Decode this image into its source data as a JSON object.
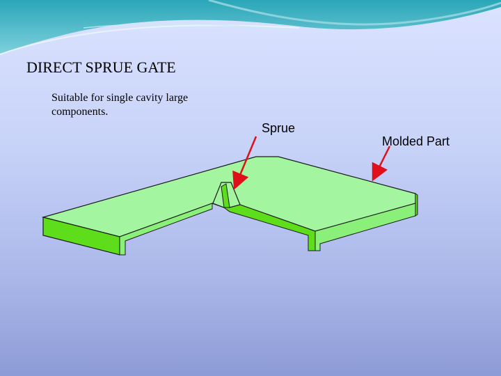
{
  "slide": {
    "title": "DIRECT SPRUE GATE",
    "body": "Suitable for single cavity large components."
  },
  "diagram": {
    "labels": {
      "sprue": "Sprue",
      "molded_part": "Molded Part"
    },
    "colors": {
      "part_top": "#a3f5a0",
      "part_side": "#5ede1b",
      "part_edge_dark": "#3fae0f",
      "outline": "#1a1a1a",
      "arrow": "#e0101a"
    }
  }
}
